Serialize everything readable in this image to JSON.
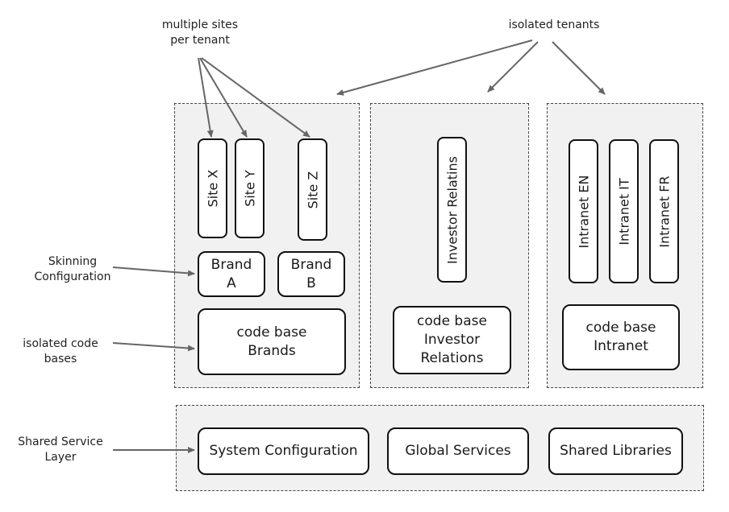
{
  "annotations": {
    "multiple_sites": "multiple sites\nper tenant",
    "isolated_tenants": "isolated tenants",
    "skinning": "Skinning\nConfiguration",
    "isolated_code_bases": "isolated code\nbases",
    "shared_service_layer": "Shared Service\nLayer"
  },
  "tenant_brands": {
    "sites": [
      "Site X",
      "Site Y",
      "Site Z"
    ],
    "brand_a": "Brand\nA",
    "brand_b": "Brand\nB",
    "code_base": "code base\nBrands"
  },
  "tenant_investor": {
    "site": "Investor Relatins",
    "code_base": "code base\nInvestor\nRelations"
  },
  "tenant_intranet": {
    "sites": [
      "Intranet EN",
      "Intranet IT",
      "Intranet FR"
    ],
    "code_base": "code base\nIntranet"
  },
  "shared_layer": {
    "items": [
      "System Configuration",
      "Global Services",
      "Shared Libraries"
    ]
  },
  "colors": {
    "tenant_fill": "#f1f1f1",
    "arrow": "#666666",
    "border": "#111111"
  }
}
